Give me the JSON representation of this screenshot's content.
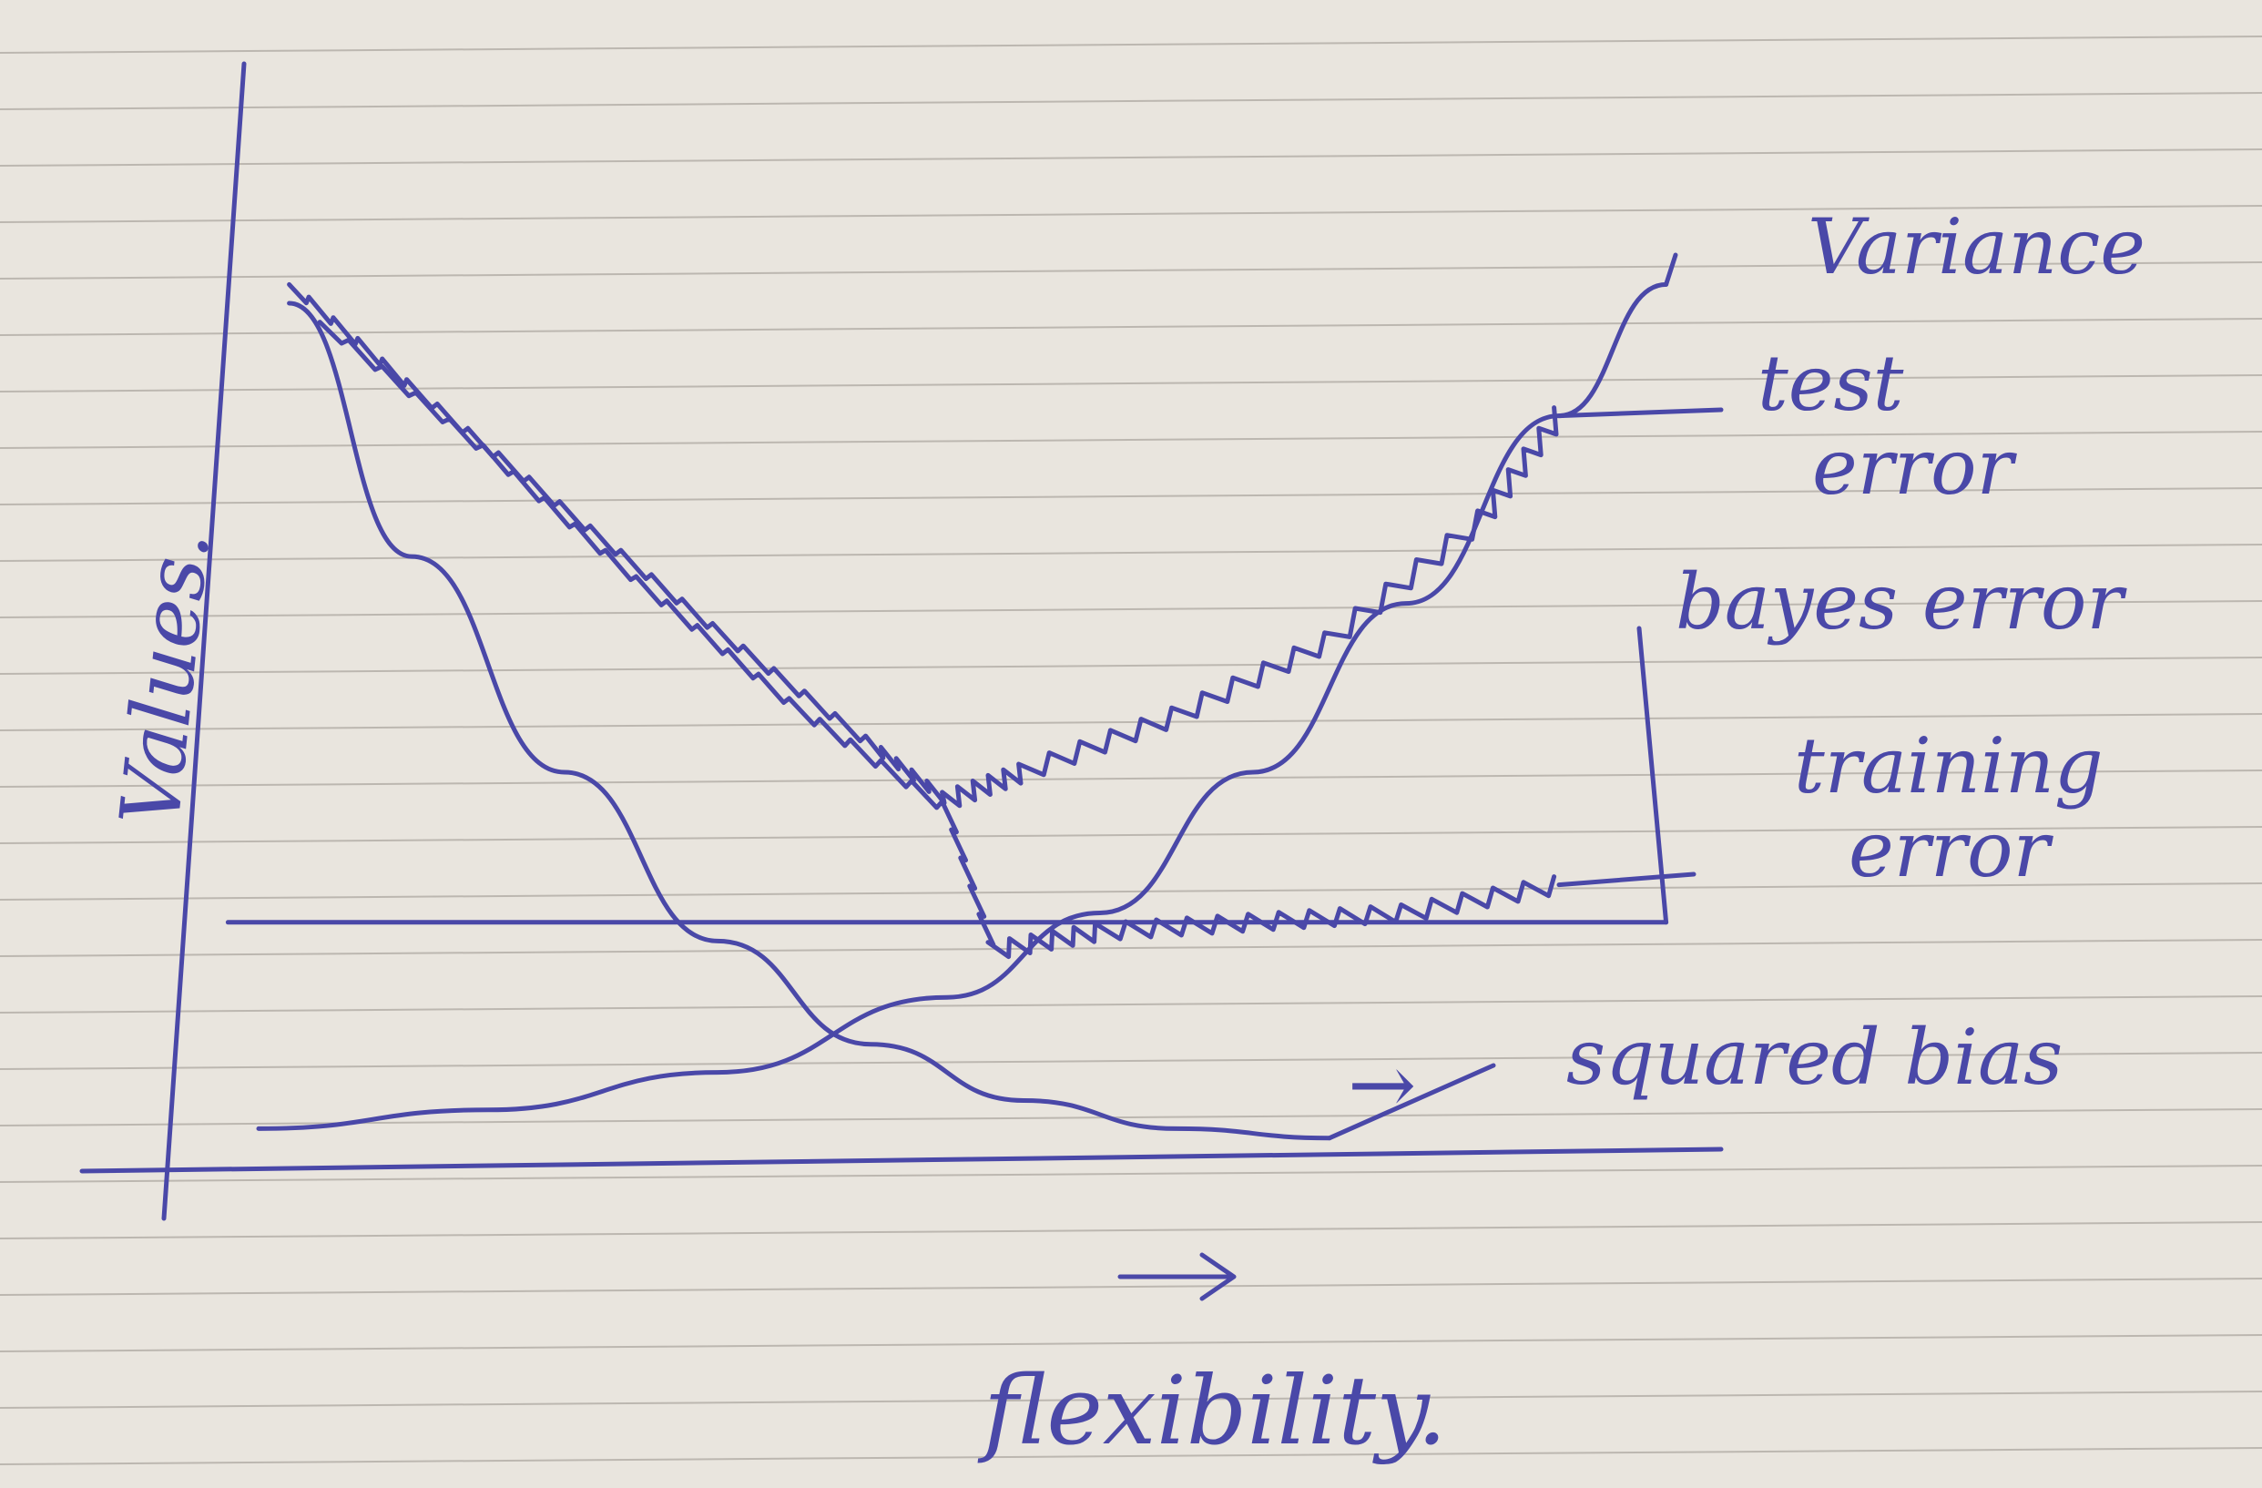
{
  "chart_data": {
    "type": "line",
    "xlabel": "flexibility.",
    "ylabel": "Values.",
    "series": [
      {
        "name": "Variance",
        "x": [
          0.05,
          0.2,
          0.35,
          0.5,
          0.6,
          0.7,
          0.8,
          0.9,
          0.97
        ],
        "values": [
          0.02,
          0.04,
          0.08,
          0.16,
          0.25,
          0.4,
          0.58,
          0.78,
          0.92
        ]
      },
      {
        "name": "test error",
        "x": [
          0.07,
          0.15,
          0.25,
          0.35,
          0.45,
          0.5,
          0.55,
          0.65,
          0.75,
          0.85,
          0.9
        ],
        "values": [
          0.92,
          0.81,
          0.68,
          0.55,
          0.43,
          0.37,
          0.4,
          0.46,
          0.54,
          0.67,
          0.78
        ]
      },
      {
        "name": "bayes error",
        "x": [
          0.03,
          0.97
        ],
        "values": [
          0.24,
          0.24
        ]
      },
      {
        "name": "training error",
        "x": [
          0.09,
          0.2,
          0.3,
          0.4,
          0.5,
          0.53,
          0.6,
          0.7,
          0.8,
          0.9
        ],
        "values": [
          0.88,
          0.74,
          0.6,
          0.47,
          0.36,
          0.21,
          0.23,
          0.24,
          0.25,
          0.28
        ]
      },
      {
        "name": "squared bias",
        "x": [
          0.07,
          0.15,
          0.25,
          0.35,
          0.45,
          0.55,
          0.65,
          0.75
        ],
        "values": [
          0.9,
          0.63,
          0.4,
          0.22,
          0.11,
          0.05,
          0.02,
          0.01
        ]
      }
    ],
    "annotations": [
      "→"
    ],
    "grid": false,
    "legend": "right"
  }
}
